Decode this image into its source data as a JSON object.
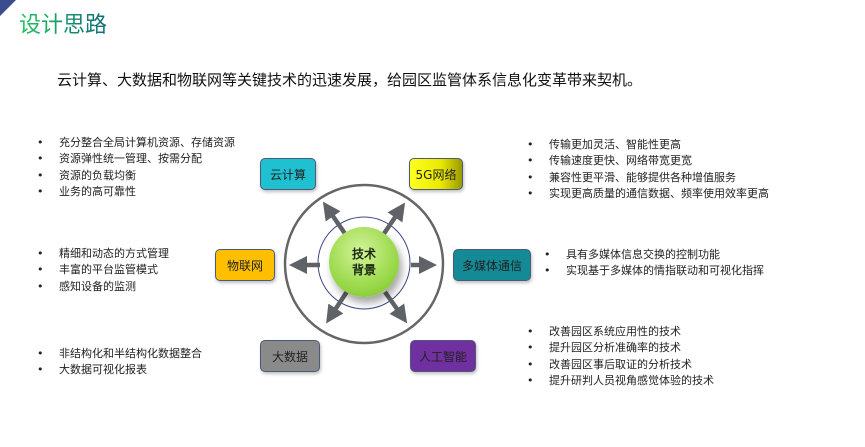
{
  "title": "设计思路",
  "subtitle": "云计算、大数据和物联网等关键技术的迅速发展，给园区监管体系信息化变革带来契机。",
  "center": {
    "line1": "技术",
    "line2": "背景"
  },
  "nodes": {
    "cloud": "云计算",
    "g5": "5G网络",
    "iot": "物联网",
    "media": "多媒体通信",
    "bigdata": "大数据",
    "ai": "人工智能"
  },
  "lists": {
    "cloud": [
      "充分整合全局计算机资源、存储资源",
      "资源弹性统一管理、按需分配",
      "资源的负载均衡",
      "业务的高可靠性"
    ],
    "iot": [
      "精细和动态的方式管理",
      "丰富的平台监管模式",
      "感知设备的监测"
    ],
    "bigdata": [
      "非结构化和半结构化数据整合",
      "大数据可视化报表"
    ],
    "g5": [
      "传输更加灵活、智能性更高",
      "传输速度更快、网络带宽更宽",
      "兼容性更平滑、能够提供各种增值服务",
      "实现更高质量的通信数据、频率使用效率更高"
    ],
    "media": [
      "具有多媒体信息交换的控制功能",
      "实现基于多媒体的情指联动和可视化指挥"
    ],
    "ai": [
      "改善园区系统应用性的技术",
      "提升园区分析准确率的技术",
      "改善园区事后取证的分析技术",
      "提升研判人员视角感觉体验的技术"
    ]
  },
  "colors": {
    "cloud": "#1fc0d0",
    "g5": "#f2f20a",
    "iot": "#fdbf00",
    "media": "#138a96",
    "bigdata": "#8a8a8a",
    "ai": "#7030a0"
  }
}
